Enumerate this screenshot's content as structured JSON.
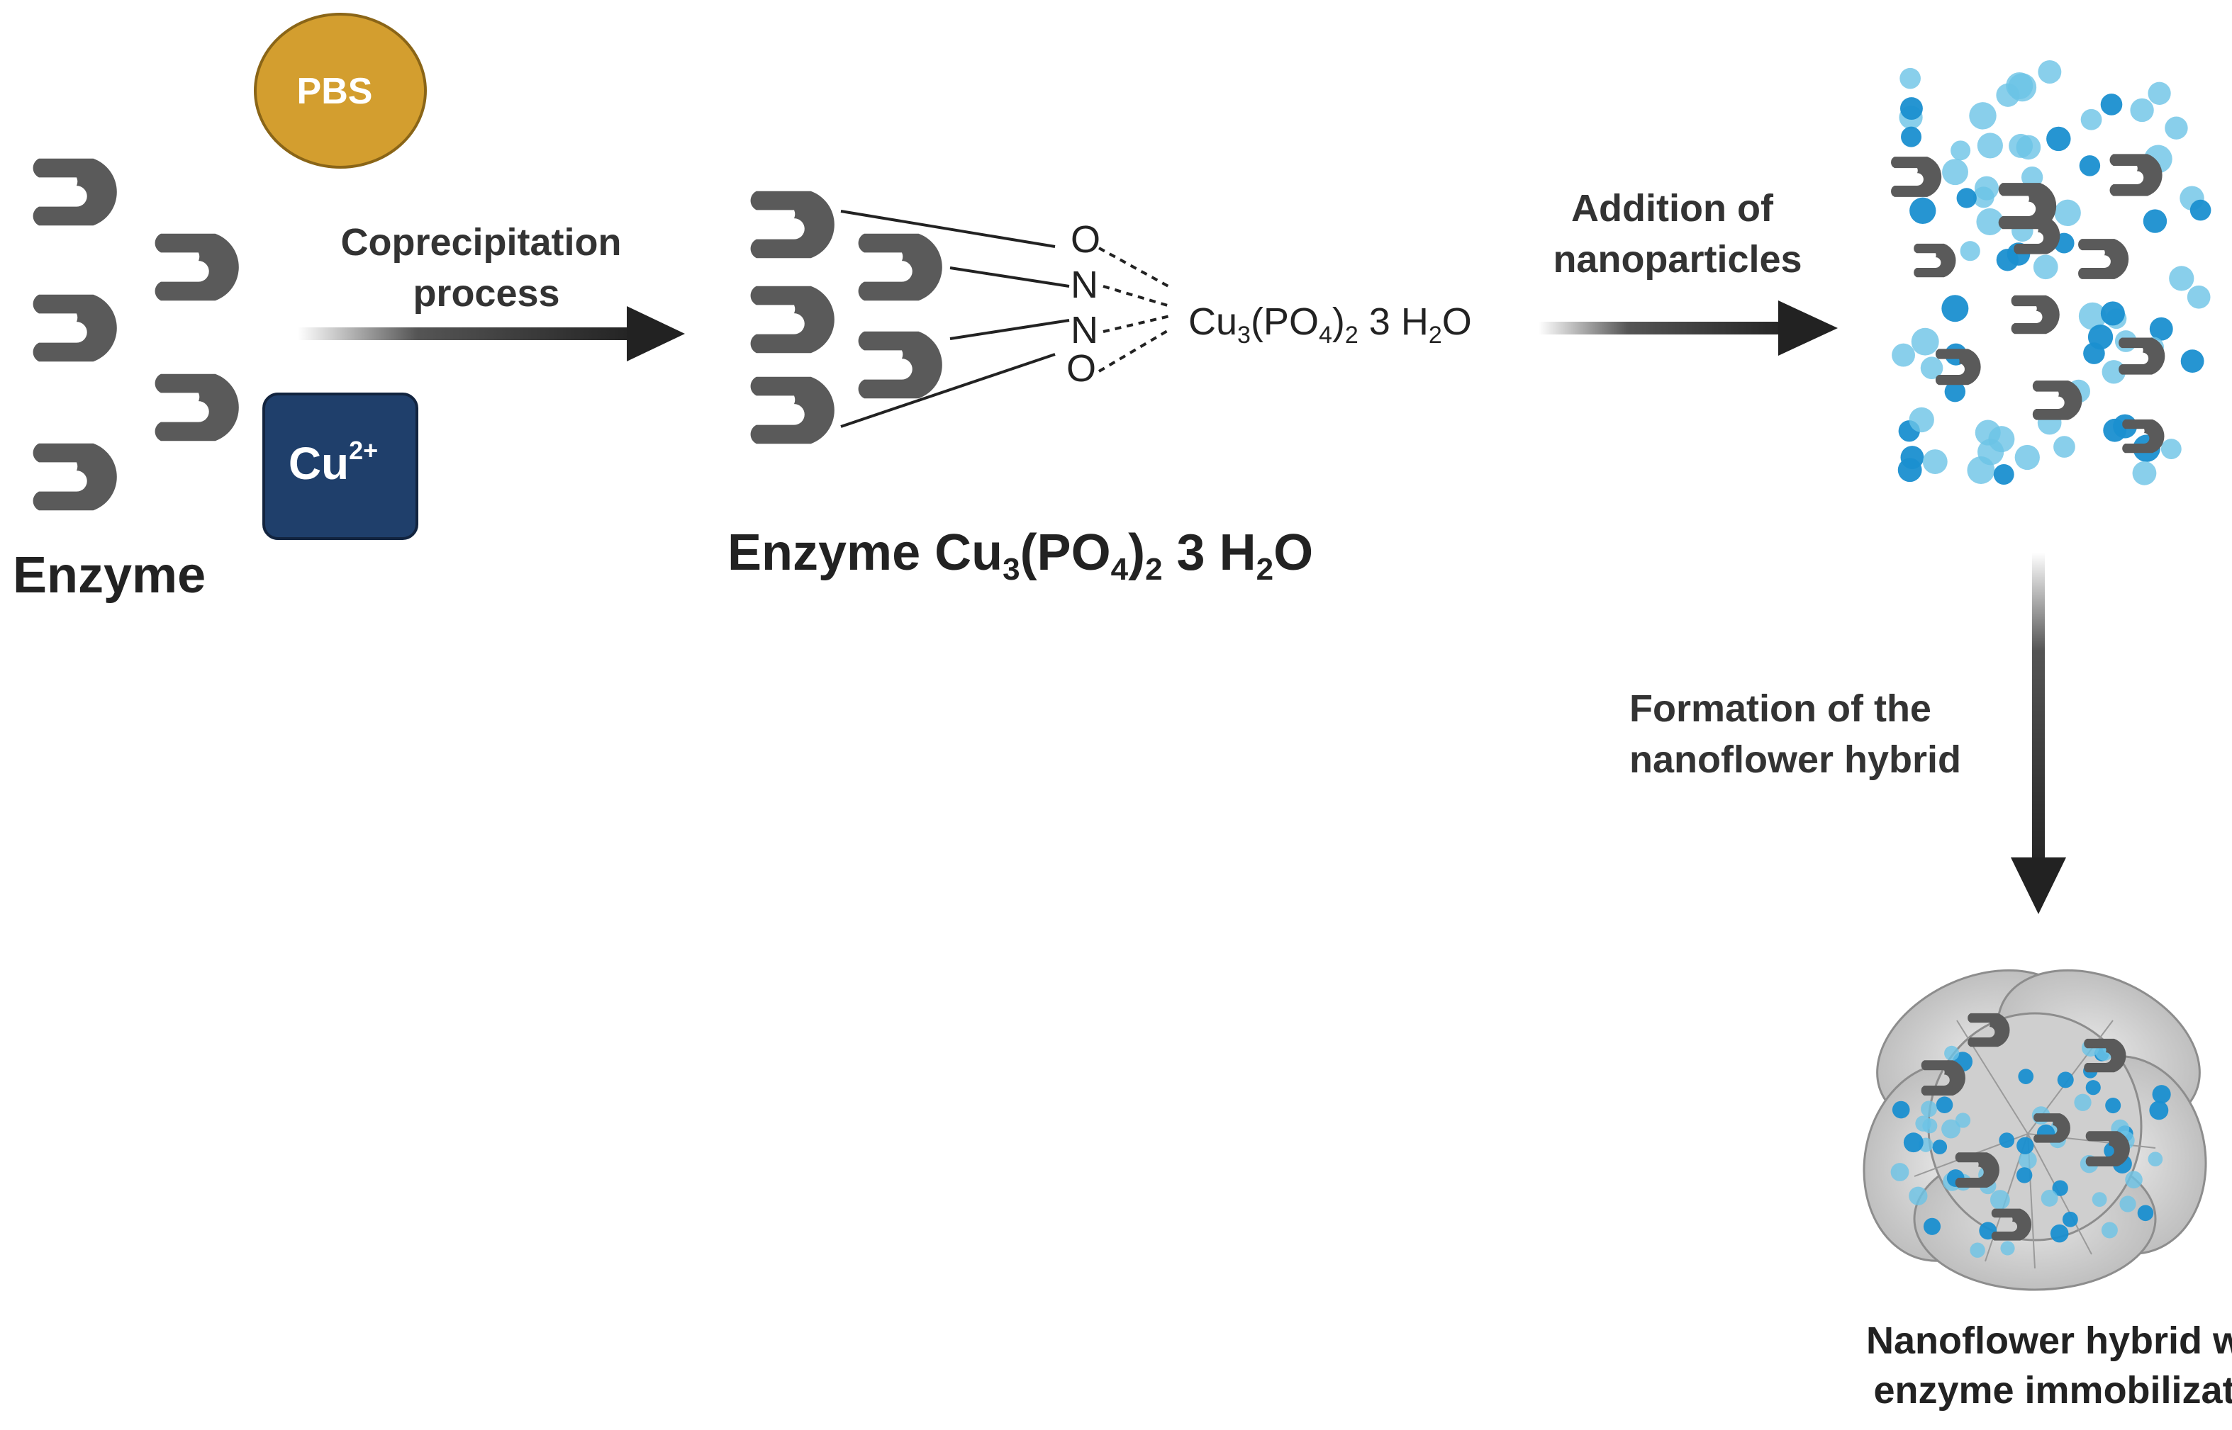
{
  "labels": {
    "pbs": "PBS",
    "cu_ion": "Cu",
    "cu_charge": "2+",
    "enzyme": "Enzyme",
    "coprecipitation_line1": "Coprecipitation",
    "coprecipitation_line2": "process",
    "addition_line1": "Addition of",
    "addition_line2": "nanoparticles",
    "formation_line1": "Formation of the",
    "formation_line2": "nanoflower hybrid",
    "result_line1": "Nanoflower hybrid with",
    "result_line2": "enzyme immobilization",
    "complex_prefix": "Enzyme Cu",
    "complex_sub3": "3",
    "complex_po": "(PO",
    "complex_sub4": "4",
    "complex_close": ")",
    "complex_sub2": "2",
    "complex_water": " 3 H",
    "complex_sub2b": "2",
    "complex_o": "O",
    "formula_cu": "Cu",
    "formula_sub3": "3",
    "formula_po": "(PO",
    "formula_sub4": "4",
    "formula_close": ")",
    "formula_sub2": "2",
    "formula_water": " 3 H",
    "formula_sub2b": "2",
    "formula_o": "O",
    "atom_o1": "O",
    "atom_n1": "N",
    "atom_n2": "N",
    "atom_o2": "O"
  },
  "colors": {
    "enzyme": "#5a5a5a",
    "pbs_fill": "#d39e2f",
    "cu_fill": "#1f3f6b",
    "arrow": "#222222",
    "particle_light": "#6cc3e6",
    "particle_dark": "#1a8fd0",
    "flower": "#c9c9c9"
  }
}
